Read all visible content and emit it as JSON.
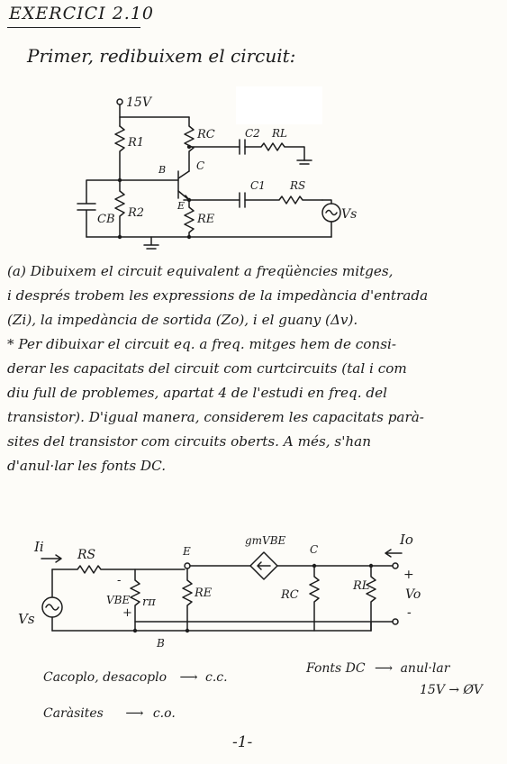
{
  "title": "EXERCICI 2.10",
  "intro": "Primer, redibuixem el circuit:",
  "circuit1": {
    "supply": "15V",
    "r1": "R1",
    "rc": "RC",
    "c2": "C2",
    "rl": "RL",
    "base": "B",
    "collector": "C",
    "emitter": "E",
    "c1": "C1",
    "rs": "RS",
    "cb": "CB",
    "r2": "R2",
    "re": "RE",
    "vs": "Vs"
  },
  "paragraph": {
    "lines": [
      "(a) Dibuixem el circuit equivalent a freqüències mitges,",
      "i després trobem les expressions de la impedància d'entrada",
      "(Zi), la impedància de sortida (Zo), i el guany (Δv).",
      "* Per dibuixar el circuit eq. a freq. mitges hem de consi-",
      "derar les capacitats del circuit com curtcircuits (tal i com",
      "diu full de problemes, apartat 4 de l'estudi en freq. del",
      "transistor). D'igual manera, considerem les capacitats parà-",
      "sites del transistor com circuits oberts. A més, s'han",
      "d'anul·lar les fonts DC."
    ]
  },
  "circuit2": {
    "ii": "Ii",
    "rs": "RS",
    "e": "E",
    "gm": "gmVBE",
    "c": "C",
    "io": "Io",
    "vbe": "VBE",
    "rpi": "rπ",
    "minus": "-",
    "plus": "+",
    "re": "RE",
    "rc": "RC",
    "rl": "RL",
    "vo": "Vo",
    "vo_plus": "+",
    "vo_minus": "-",
    "vs": "Vs",
    "b": "B"
  },
  "notes": {
    "left1": "Cacoplo, desacoplo",
    "left1_result": "c.c.",
    "left2": "Caràsites",
    "left2_result": "c.o.",
    "right1": "Fonts DC",
    "right1_result": "anul·lar",
    "right2": "15V → ØV"
  },
  "page_number": "-1-"
}
